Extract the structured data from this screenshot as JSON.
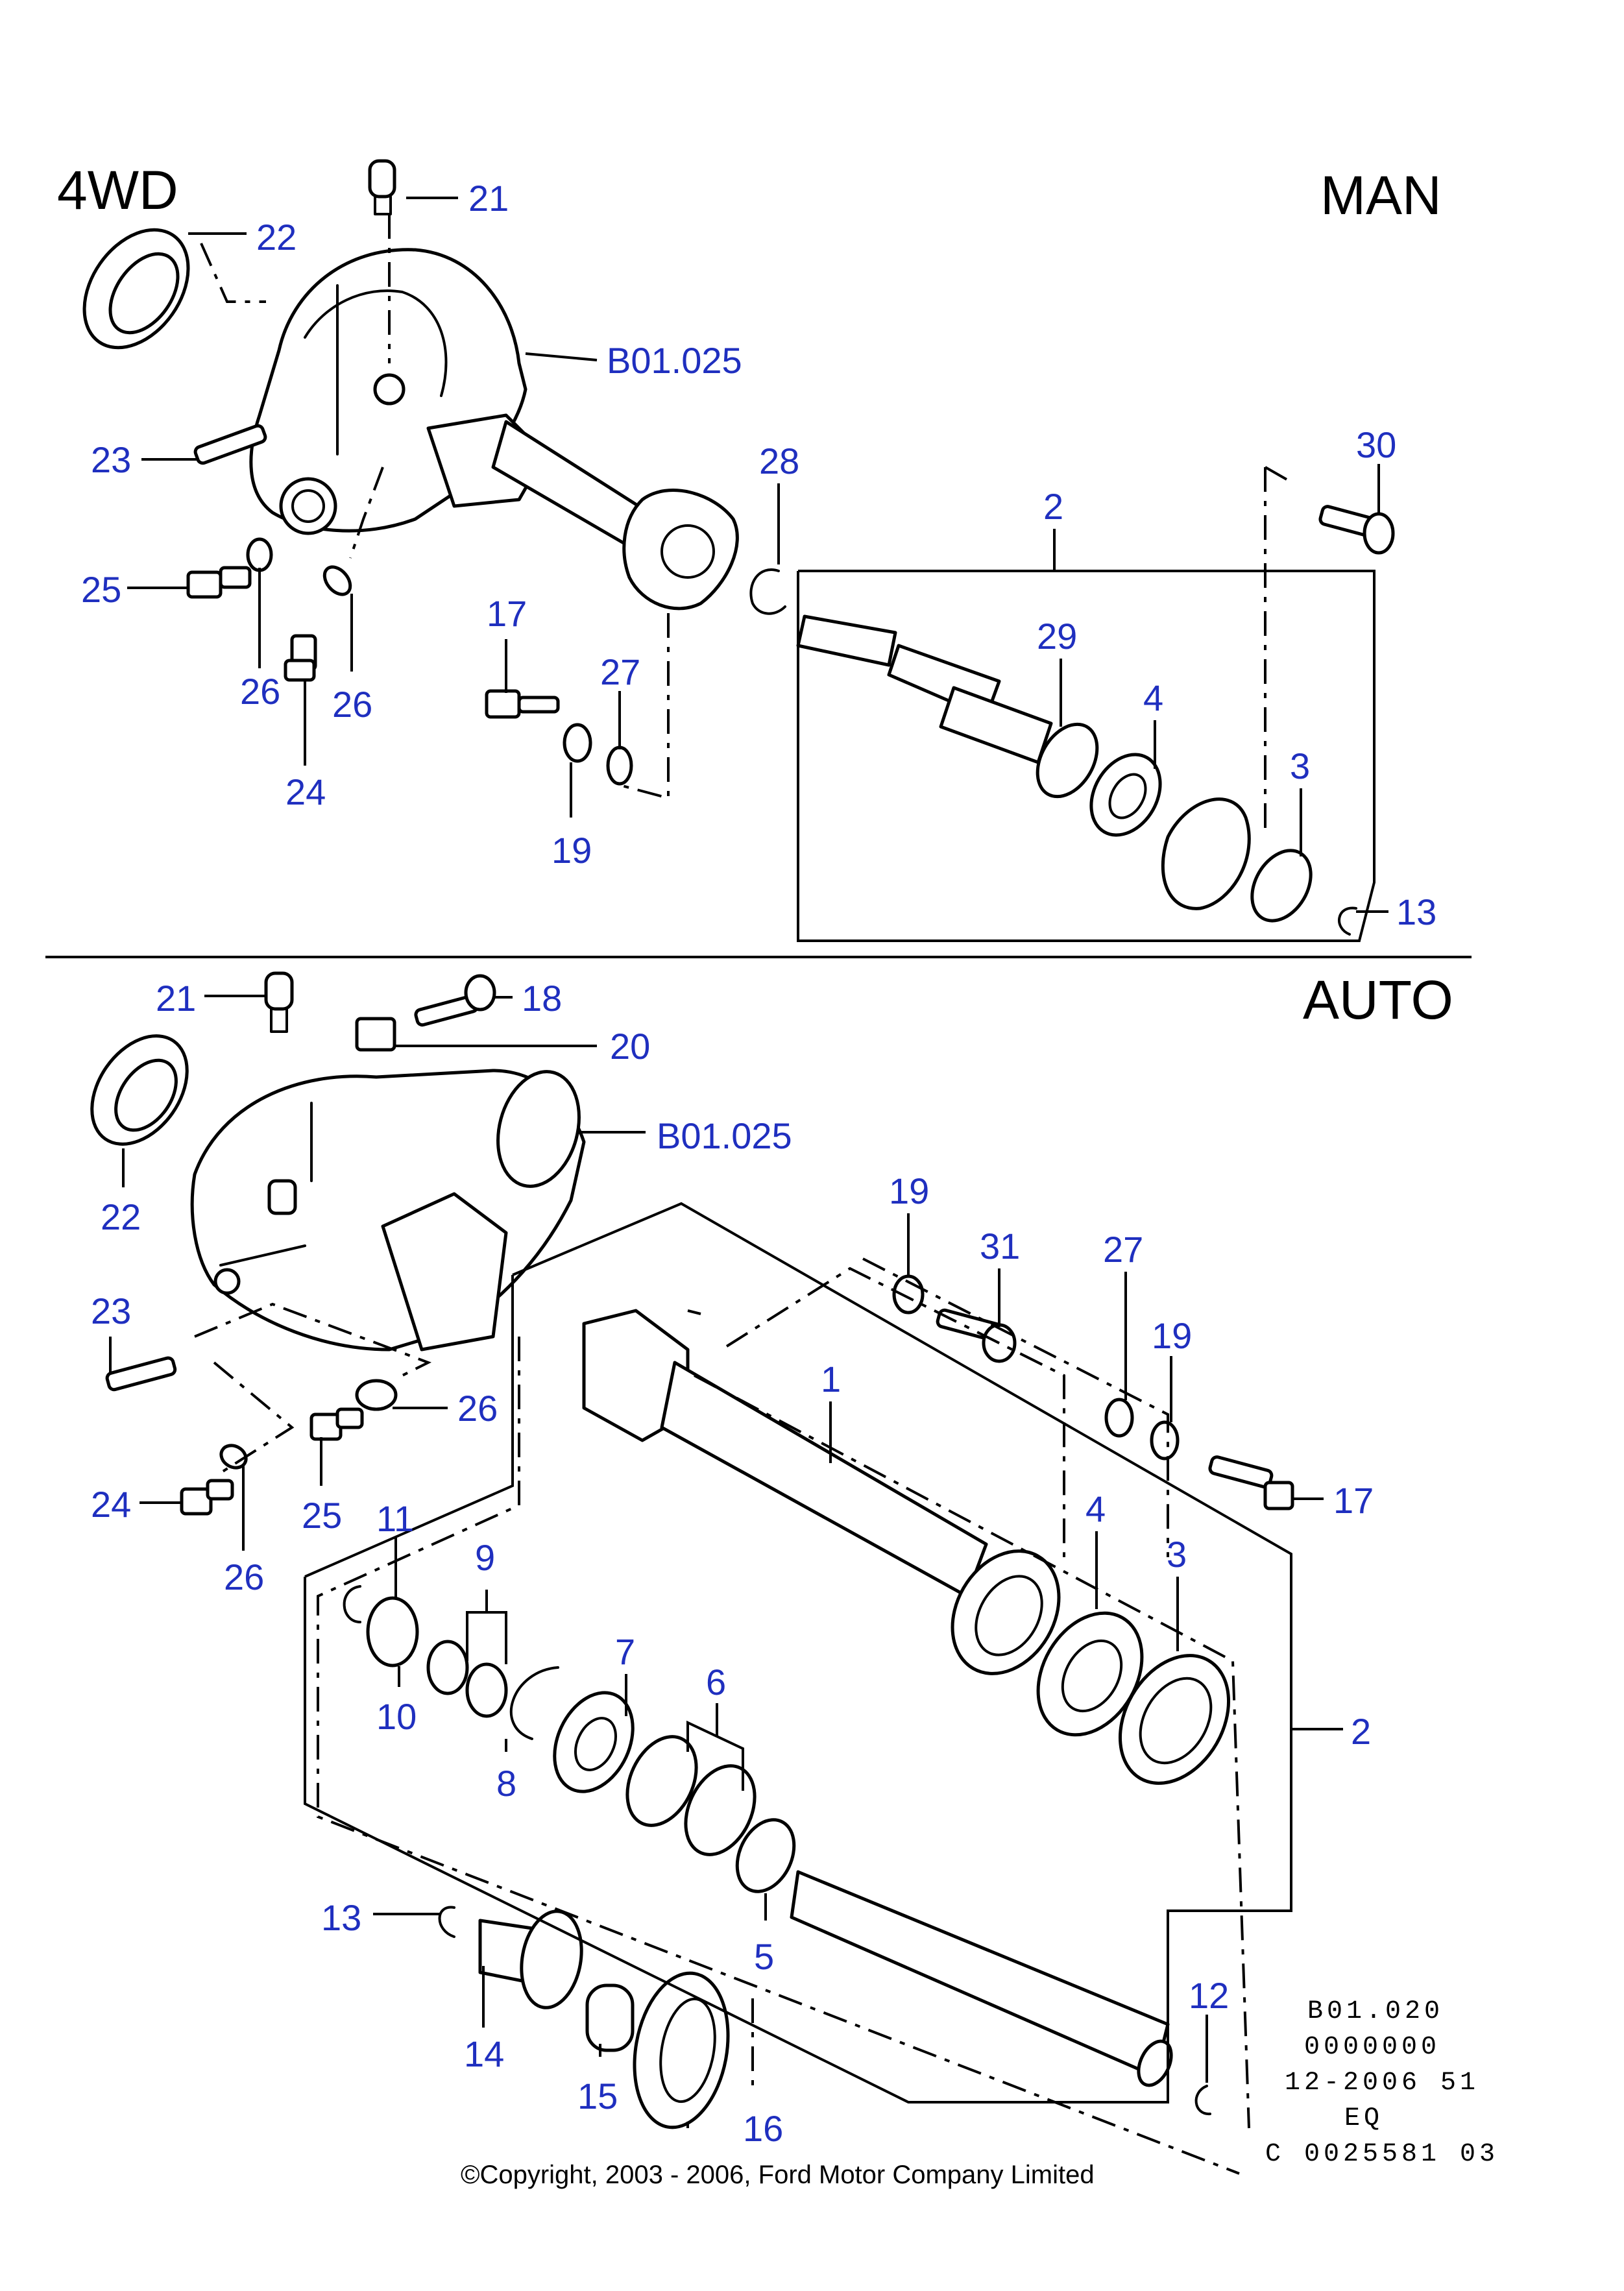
{
  "sections": {
    "top_left": "4WD",
    "top_right": "MAN",
    "bottom_right": "AUTO"
  },
  "colors": {
    "callout_text": "#1f2fbf",
    "line": "#000000",
    "background": "#ffffff"
  },
  "callouts_man": {
    "c21": "21",
    "c22": "22",
    "c23": "23",
    "c25": "25",
    "c26a": "26",
    "c26b": "26",
    "c24": "24",
    "c17": "17",
    "c27": "27",
    "c19": "19",
    "c28": "28",
    "c2": "2",
    "c29": "29",
    "c4": "4",
    "c3": "3",
    "c30": "30",
    "c13": "13",
    "housing": "B01.025"
  },
  "callouts_auto": {
    "c21": "21",
    "c18": "18",
    "c20": "20",
    "housing": "B01.025",
    "c22": "22",
    "c23": "23",
    "c26a": "26",
    "c24": "24",
    "c25": "25",
    "c26b": "26",
    "c19a": "19",
    "c31": "31",
    "c1": "1",
    "c27": "27",
    "c19b": "19",
    "c17": "17",
    "c4": "4",
    "c3": "3",
    "c2": "2",
    "c11": "11",
    "c10": "10",
    "c9": "9",
    "c8": "8",
    "c7": "7",
    "c6": "6",
    "c5": "5",
    "c13": "13",
    "c14": "14",
    "c15": "15",
    "c16": "16",
    "c12": "12"
  },
  "reference_block": [
    "B01.020",
    "0000000",
    "12-2006 51",
    "EQ",
    "C 0025581 03"
  ],
  "copyright": "©Copyright, 2003 - 2006, Ford Motor Company Limited"
}
